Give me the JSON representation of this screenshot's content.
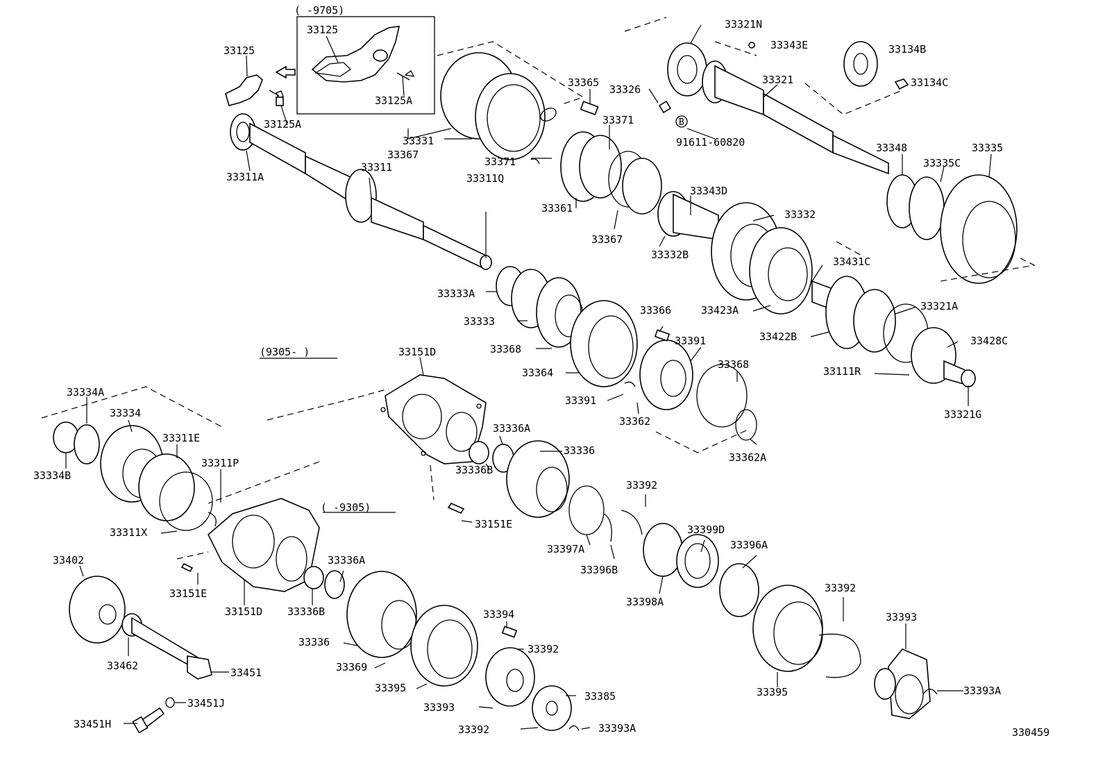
{
  "diagram": {
    "figure_number": "330459",
    "variant_labels": {
      "inset_top": "(      -9705)",
      "group_9305_from": "(9305-      )",
      "group_9305_to": "(      -9305)"
    },
    "labels": {
      "l33125": "33125",
      "l33125_inset": "33125",
      "l33125A": "33125A",
      "l33125A_inset": "33125A",
      "l33311A": "33311A",
      "l33311": "33311",
      "l33331": "33331",
      "l33367a": "33367",
      "l33365": "33365",
      "l33371a": "33371",
      "l33371b": "33371",
      "l33361": "33361",
      "l33367b": "33367",
      "l33326": "33326",
      "l91611": "91611-60820",
      "l33321N": "33321N",
      "l33343E": "33343E",
      "l33321": "33321",
      "l33134B": "33134B",
      "l33134C": "33134C",
      "l33348": "33348",
      "l33335": "33335",
      "l33335C": "33335C",
      "l33343D": "33343D",
      "l33332": "33332",
      "l33332B": "33332B",
      "l33431C": "33431C",
      "l33423A": "33423A",
      "l33321A": "33321A",
      "l33422B": "33422B",
      "l33428C": "33428C",
      "l33111R": "33111R",
      "l33321G": "33321G",
      "l33311Q": "33311Q",
      "l33333A": "33333A",
      "l33333": "33333",
      "l33366": "33366",
      "l33368a": "33368",
      "l33391a": "33391",
      "l33368b": "33368",
      "l33364": "33364",
      "l33391b": "33391",
      "l33362": "33362",
      "l33362A": "33362A",
      "l33151Da": "33151D",
      "l33334A": "33334A",
      "l33334": "33334",
      "l33311E": "33311E",
      "l33311P": "33311P",
      "l33334B": "33334B",
      "l33311X": "33311X",
      "l33336Aa": "33336A",
      "l33336a": "33336",
      "l33336Ba": "33336B",
      "l33151Ea": "33151E",
      "l33392a": "33392",
      "l33397A": "33397A",
      "l33396B": "33396B",
      "l33399D": "33399D",
      "l33396A": "33396A",
      "l33398A": "33398A",
      "l33402": "33402",
      "l33151Eb": "33151E",
      "l33151Db": "33151D",
      "l33336Bb": "33336B",
      "l33336Ab": "33336A",
      "l33336b": "33336",
      "l33369": "33369",
      "l33394": "33394",
      "l33392b": "33392",
      "l33395a": "33395",
      "l33385": "33385",
      "l33393a": "33393",
      "l33392c": "33392",
      "l33393Aa": "33393A",
      "l33462": "33462",
      "l33451": "33451",
      "l33451J": "33451J",
      "l33451H": "33451H",
      "l33395b": "33395",
      "l33392d": "33392",
      "l33393b": "33393",
      "l33393Ab": "33393A",
      "circle_b": "B"
    }
  }
}
